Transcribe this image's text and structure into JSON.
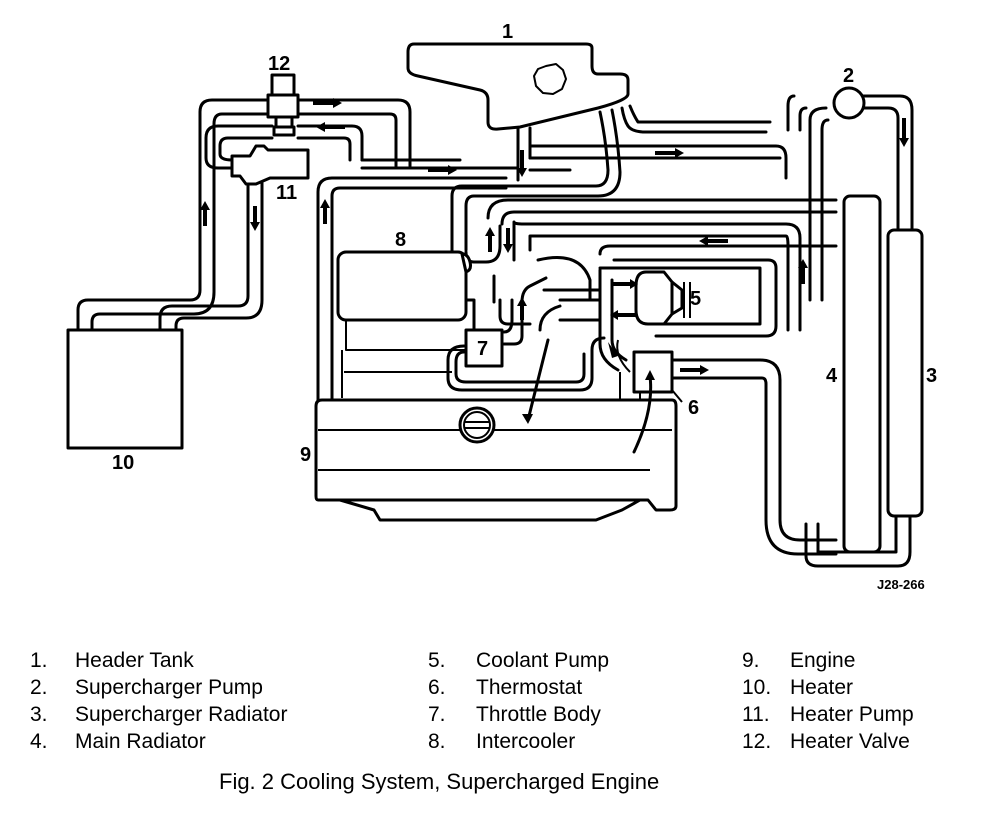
{
  "figure": {
    "caption": "Fig. 2  Cooling System, Supercharged Engine",
    "reference_code": "J28-266"
  },
  "callouts": [
    "1",
    "2",
    "3",
    "4",
    "5",
    "6",
    "7",
    "8",
    "9",
    "10",
    "11",
    "12"
  ],
  "legend": {
    "columns": [
      [
        {
          "num": "1.",
          "label": "Header Tank"
        },
        {
          "num": "2.",
          "label": "Supercharger Pump"
        },
        {
          "num": "3.",
          "label": "Supercharger Radiator"
        },
        {
          "num": "4.",
          "label": "Main Radiator"
        }
      ],
      [
        {
          "num": "5.",
          "label": "Coolant Pump"
        },
        {
          "num": "6.",
          "label": "Thermostat"
        },
        {
          "num": "7.",
          "label": "Throttle Body"
        },
        {
          "num": "8.",
          "label": "Intercooler"
        }
      ],
      [
        {
          "num": "9.",
          "label": "Engine"
        },
        {
          "num": "10.",
          "label": "Heater"
        },
        {
          "num": "11.",
          "label": "Heater Pump"
        },
        {
          "num": "12.",
          "label": "Heater Valve"
        }
      ]
    ]
  }
}
